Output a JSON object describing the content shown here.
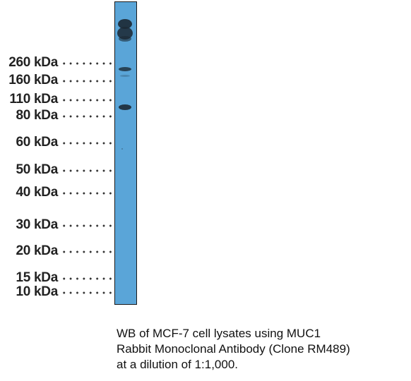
{
  "markers": [
    {
      "label": "260 kDa"
    },
    {
      "label": "160 kDa"
    },
    {
      "label": "110 kDa"
    },
    {
      "label": "80 kDa"
    },
    {
      "label": "60 kDa"
    },
    {
      "label": "50 kDa"
    },
    {
      "label": "40 kDa"
    },
    {
      "label": "30 kDa"
    },
    {
      "label": "20 kDa"
    },
    {
      "label": "15 kDa"
    },
    {
      "label": "10 kDa"
    }
  ],
  "lane": {
    "color": "#5aa5d8",
    "band_color": "#1c2a36"
  },
  "caption": {
    "line1": "WB of MCF-7 cell lysates using MUC1",
    "line2": "Rabbit Monoclonal Antibody (Clone RM489)",
    "line3": "at a dilution of 1:1,000."
  }
}
